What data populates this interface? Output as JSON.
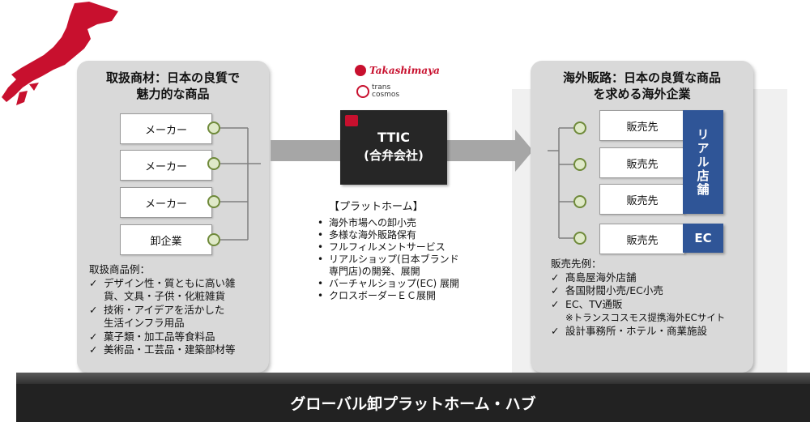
{
  "left_panel": {
    "title_line1": "取扱商材：日本の良質で",
    "title_line2": "魅力的な商品",
    "suppliers": [
      "メーカー",
      "メーカー",
      "メーカー",
      "卸企業"
    ],
    "examples_heading": "取扱商品例：",
    "examples": [
      {
        "mark": "✓",
        "text": "デザイン性・質ともに高い雑"
      },
      {
        "mark": "",
        "text": "貨、文具・子供・化粧雑貨"
      },
      {
        "mark": "✓",
        "text": "技術・アイデアを活かした"
      },
      {
        "mark": "",
        "text": "生活インフラ用品"
      },
      {
        "mark": "✓",
        "text": "菓子類・加工品等食料品"
      },
      {
        "mark": "✓",
        "text": "美術品・工芸品・建築部材等"
      }
    ]
  },
  "center": {
    "logo_takashimaya": "Takashimaya",
    "logo_transcosmos_line1": "trans",
    "logo_transcosmos_line2": "cosmos",
    "hub_line1": "TTIC",
    "hub_line2": "(合弁会社)",
    "platform_heading": "【プラットホーム】",
    "platform_items": [
      {
        "mark": "•",
        "text": "海外市場への卸小売"
      },
      {
        "mark": "•",
        "text": "多様な海外販路保有"
      },
      {
        "mark": "•",
        "text": "フルフィルメントサービス"
      },
      {
        "mark": "•",
        "text": "リアルショップ(日本ブランド"
      },
      {
        "mark": "",
        "text": "専門店)の開発、展開"
      },
      {
        "mark": "•",
        "text": "バーチャルショップ(EC) 展開"
      },
      {
        "mark": "•",
        "text": "クロスボーダーＥＣ展開"
      }
    ]
  },
  "right_panel": {
    "title_line1": "海外販路：日本の良質な商品",
    "title_line2": "を求める海外企業",
    "sellers": [
      "販売先",
      "販売先",
      "販売先",
      "販売先"
    ],
    "real_store_label": "リアル店舗",
    "ec_label": "EC",
    "examples_heading": "販売先例：",
    "examples": [
      {
        "mark": "✓",
        "text": "髙島屋海外店舗"
      },
      {
        "mark": "✓",
        "text": "各国財閥小売/EC小売"
      },
      {
        "mark": "✓",
        "text": "EC、TV通販"
      },
      {
        "mark": "",
        "text": "※トランスコスモス提携海外ECサイト"
      },
      {
        "mark": "✓",
        "text": "設計事務所・ホテル・商業施設"
      }
    ]
  },
  "footer": {
    "banner": "グローバル卸プラットホーム・ハブ"
  },
  "colors": {
    "japan_map": "#c8102e",
    "panel": "#d9d9d9",
    "hub_box": "#262626",
    "label_blue": "#2f5597",
    "arrow": "#a6a6a6",
    "footer_bar": "#222222"
  }
}
